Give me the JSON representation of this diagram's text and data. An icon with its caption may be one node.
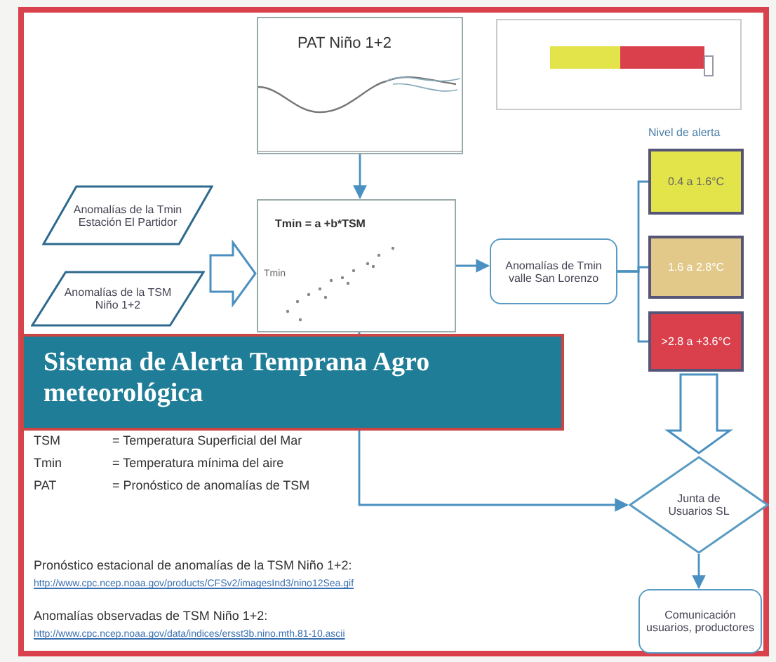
{
  "diagram": {
    "title": "Sistema de Alerta Temprana Agro meteorológica",
    "nodes": [
      {
        "text": [
          "PAT Niño 1+2"
        ]
      },
      {
        "text": [
          "Anomalías de la Tmin Estación El Partidor"
        ]
      },
      {
        "text": [
          "Anomalías de la TSM Niño 1+2"
        ]
      },
      {
        "text": [
          "Tmin = a +b*TSM"
        ]
      },
      {
        "text": [
          "Anomalías de Tmin valle San Lorenzo"
        ]
      },
      {
        "text": [
          "0.4 a 1.6°C"
        ]
      },
      {
        "text": [
          "1.6 a 2.8°C"
        ]
      },
      {
        "text": [
          ">2.8 a +3.6°C"
        ]
      },
      {
        "text": [
          "Junta de Usuarios SL"
        ]
      },
      {
        "text": [
          "Comunicación usuarios, productores"
        ]
      }
    ],
    "edges": [
      {
        "from": 0,
        "to": 3,
        "arrow": "to"
      },
      {
        "from": 1,
        "to": 3,
        "arrow": "to",
        "style": "thick"
      },
      {
        "from": 2,
        "to": 3,
        "arrow": "to",
        "style": "thick"
      },
      {
        "from": 3,
        "to": 4,
        "arrow": "to"
      },
      {
        "from": 4,
        "to": 5,
        "arrow": "none"
      },
      {
        "from": 4,
        "to": 6,
        "arrow": "none"
      },
      {
        "from": 4,
        "to": 7,
        "arrow": "none"
      },
      {
        "from": 7,
        "to": 8,
        "arrow": "to",
        "style": "thick"
      },
      {
        "from": 3,
        "to": 8,
        "arrow": "to"
      },
      {
        "from": 8,
        "to": 9,
        "arrow": "to"
      }
    ],
    "labels": [
      "Tmin",
      "Nivel de alerta",
      "TSM",
      "= Temperatura Superficial del Mar",
      "Tmin",
      "= Temperatura mínima del aire",
      "PAT",
      "= Pronóstico de anomalías de TSM",
      "Pronóstico estacional de anomalías de la TSM Niño 1+2:",
      "http://www.cpc.ncep.noaa.gov/products/CFSv2/imagesInd3/nino12Sea.gif",
      "Anomalías observadas de TSM Niño 1+2:",
      "http://www.cpc.ncep.noaa.gov/data/indices/ersst3b.nino.mth.81-10.ascii"
    ]
  }
}
